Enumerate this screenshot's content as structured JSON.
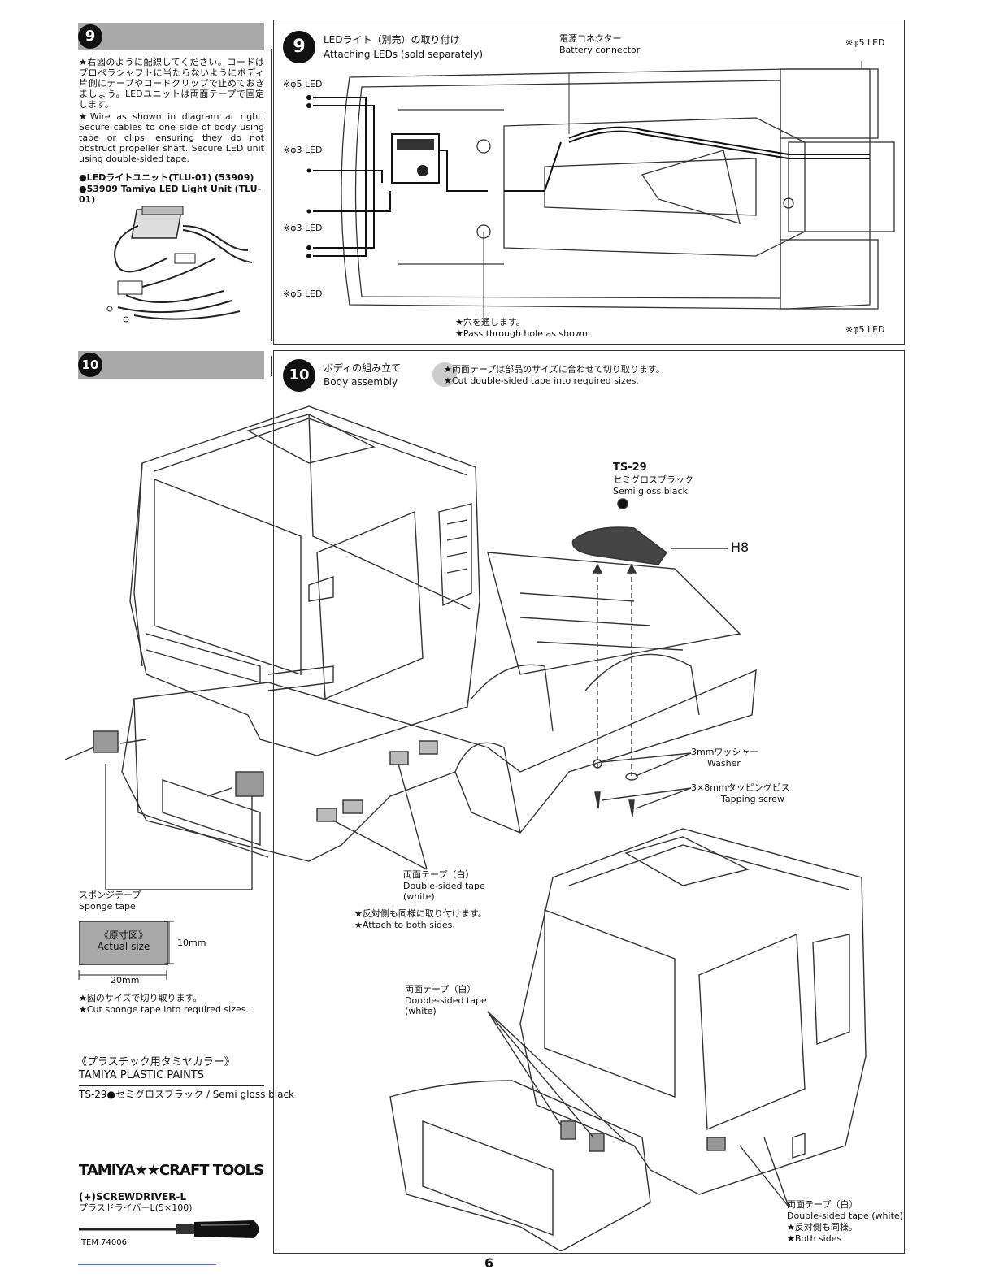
{
  "left": {
    "step9": {
      "number": "9",
      "text_jp": "★右図のように配線してください。コードはプロペラシャフトに当たらないようにボディ片側にテープやコードクリップで止めておきましょう。LEDユニットは両面テープで固定します。",
      "text_en": "★Wire as shown in diagram at right. Secure cables to one side of body using tape or clips, ensuring they do not obstruct propeller shaft. Secure LED unit using double-sided tape.",
      "part_jp": "●LEDライトユニット(TLU-01) (53909)",
      "part_en": "●53909 Tamiya LED Light Unit (TLU-01)"
    },
    "step10": {
      "number": "10",
      "sponge_jp": "スポンジテープ",
      "sponge_en": "Sponge tape",
      "actual_jp": "《原寸図》",
      "actual_en": "Actual size",
      "dim_h": "10mm",
      "dim_w": "20mm",
      "cut_jp": "★図のサイズで切り取ります。",
      "cut_en": "★Cut sponge tape into required sizes."
    },
    "paints": {
      "title_jp": "《プラスチック用タミヤカラー》",
      "title_en": "TAMIYA PLASTIC PAINTS",
      "item": "TS-29●セミグロスブラック / Semi gloss black"
    },
    "tools": {
      "brand": "TAMIYA★★CRAFT TOOLS",
      "name": "(+)SCREWDRIVER-L",
      "name_jp": "プラスドライバーL(5×100)",
      "item": "ITEM 74006"
    }
  },
  "panel9": {
    "number": "9",
    "title_jp": "LEDライト（別売）の取り付け",
    "title_en": "Attaching LEDs (sold separately)",
    "connector_jp": "電源コネクター",
    "connector_en": "Battery connector",
    "led_tl": "※φ5 LED",
    "led_3a": "※φ3 LED",
    "led_3b": "※φ3 LED",
    "led_bl": "※φ5 LED",
    "led_tr": "※φ5 LED",
    "led_br": "※φ5 LED",
    "hole_jp": "★穴を通します。",
    "hole_en": "★Pass through hole as shown."
  },
  "panel10": {
    "number": "10",
    "title_jp": "ボディの組み立て",
    "title_en": "Body assembly",
    "tape_note_jp": "★両面テープは部品のサイズに合わせて切り取ります。",
    "tape_note_en": "★Cut double-sided tape into required sizes.",
    "ts29": "TS-29",
    "ts29_jp": "セミグロスブラック",
    "ts29_en": "Semi gloss black",
    "h8": "H8",
    "washer_jp": "3mmワッシャー",
    "washer_en": "Washer",
    "screw_jp": "3×8mmタッピングビス",
    "screw_en": "Tapping screw",
    "dst1_jp": "両面テープ（白）",
    "dst1_en": "Double-sided tape",
    "dst1_en2": "(white)",
    "attach_jp": "★反対側も同様に取り付けます。",
    "attach_en": "★Attach to both sides.",
    "dst2_jp": "両面テープ（白）",
    "dst2_en": "Double-sided tape",
    "dst2_en2": "(white)",
    "dst3_jp": "両面テープ（白）",
    "dst3_en": "Double-sided tape (white)",
    "both_jp": "★反対側も同様。",
    "both_en": "★Both sides"
  },
  "page_number": "6"
}
